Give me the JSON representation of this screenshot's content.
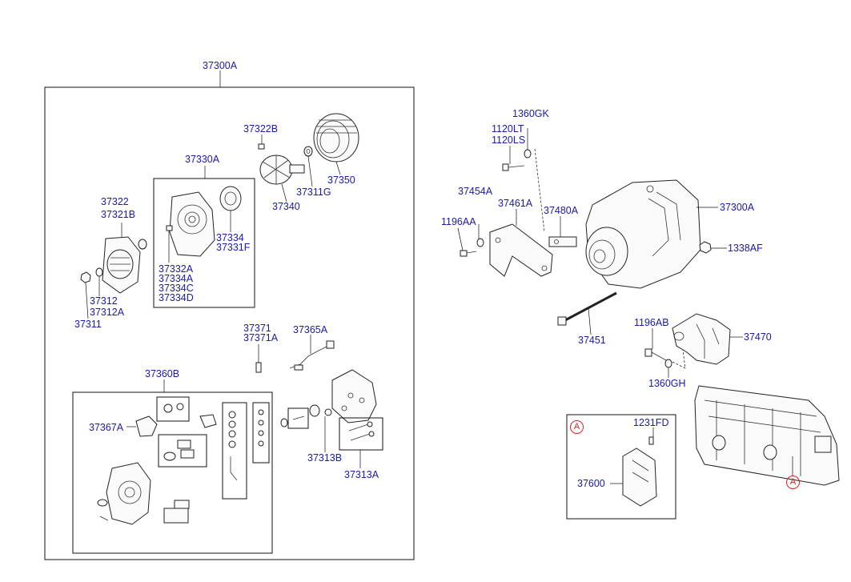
{
  "labels": {
    "assy_37300A_top": "37300A",
    "p37322B": "37322B",
    "p37330A": "37330A",
    "p37350": "37350",
    "p37311G": "37311G",
    "p37340": "37340",
    "p37322": "37322",
    "p37321B": "37321B",
    "p37334": "37334",
    "p37331F": "37331F",
    "p37332A": "37332A",
    "p37334A": "37334A",
    "p37334C": "37334C",
    "p37334D": "37334D",
    "p37312": "37312",
    "p37312A": "37312A",
    "p37311": "37311",
    "p37371": "37371",
    "p37371A": "37371A",
    "p37365A": "37365A",
    "p37360B": "37360B",
    "p37367A": "37367A",
    "p37313B": "37313B",
    "p37313A": "37313A",
    "p1360GK": "1360GK",
    "p1120LT": "1120LT",
    "p1120LS": "1120LS",
    "p37454A": "37454A",
    "p37461A": "37461A",
    "p37480A": "37480A",
    "assy_37300A_right": "37300A",
    "p1196AA": "1196AA",
    "p1338AF": "1338AF",
    "p37451": "37451",
    "p1196AB": "1196AB",
    "p37470": "37470",
    "p1360GH": "1360GH",
    "p1231FD": "1231FD",
    "p37600": "37600"
  },
  "markers": {
    "box_marker": "A",
    "bus_marker": "A"
  },
  "colors": {
    "label": "#1a1aa6",
    "marker": "#e02020",
    "line": "#111111"
  }
}
